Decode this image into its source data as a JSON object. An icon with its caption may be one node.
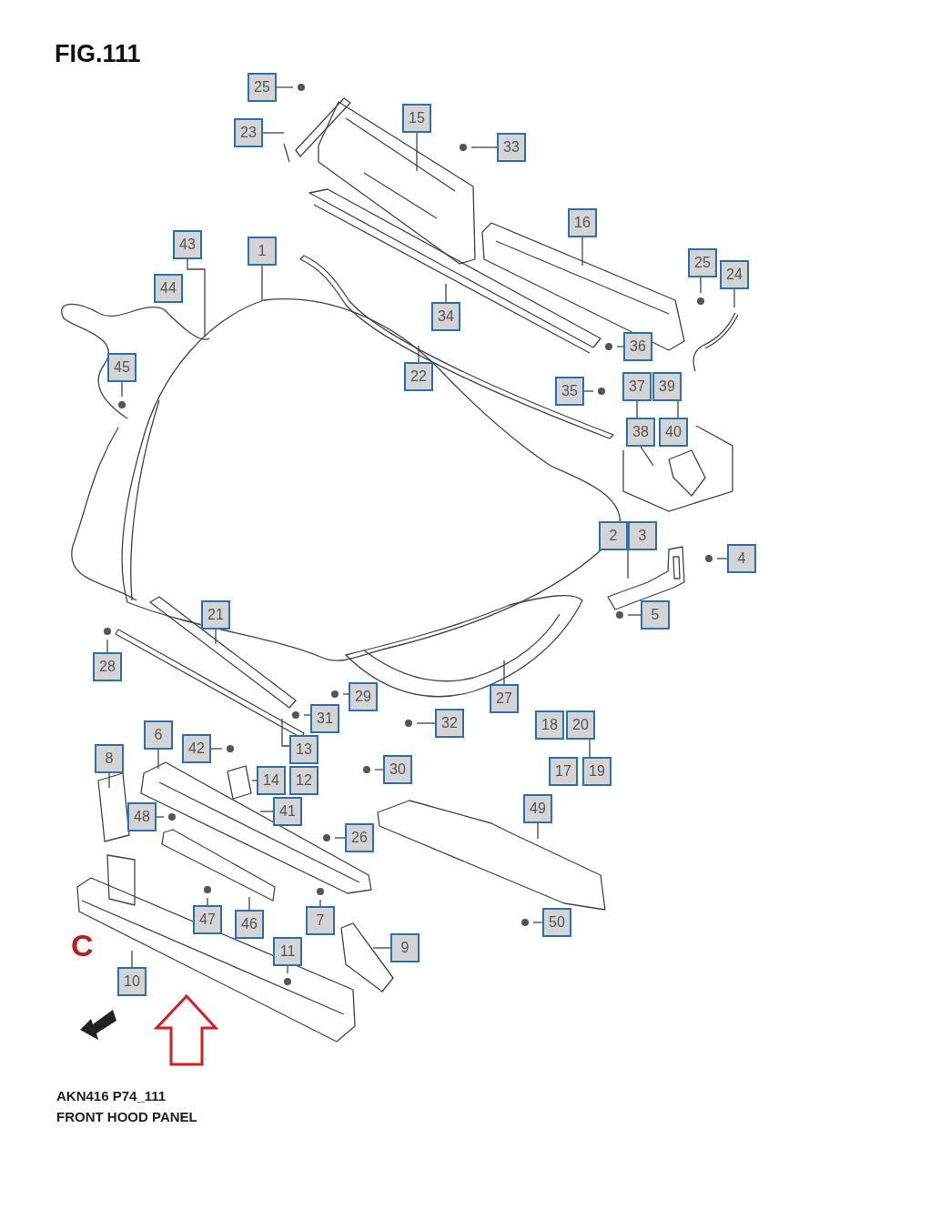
{
  "diagram": {
    "title": "FIG.111",
    "nodes": [
      {
        "text": [
          "25"
        ]
      },
      {
        "text": [
          "23"
        ]
      },
      {
        "text": [
          "15"
        ]
      },
      {
        "text": [
          "33"
        ]
      },
      {
        "text": [
          "16"
        ]
      },
      {
        "text": [
          "43"
        ]
      },
      {
        "text": [
          "1"
        ]
      },
      {
        "text": [
          "25"
        ]
      },
      {
        "text": [
          "24"
        ]
      },
      {
        "text": [
          "44"
        ]
      },
      {
        "text": [
          "34"
        ]
      },
      {
        "text": [
          "36"
        ]
      },
      {
        "text": [
          "45"
        ]
      },
      {
        "text": [
          "22"
        ]
      },
      {
        "text": [
          "35"
        ]
      },
      {
        "text": [
          "37"
        ]
      },
      {
        "text": [
          "39"
        ]
      },
      {
        "text": [
          "38"
        ]
      },
      {
        "text": [
          "40"
        ]
      },
      {
        "text": [
          "2"
        ]
      },
      {
        "text": [
          "3"
        ]
      },
      {
        "text": [
          "4"
        ]
      },
      {
        "text": [
          "5"
        ]
      },
      {
        "text": [
          "21"
        ]
      },
      {
        "text": [
          "28"
        ]
      },
      {
        "text": [
          "27"
        ]
      },
      {
        "text": [
          "29"
        ]
      },
      {
        "text": [
          "31"
        ]
      },
      {
        "text": [
          "32"
        ]
      },
      {
        "text": [
          "18"
        ]
      },
      {
        "text": [
          "20"
        ]
      },
      {
        "text": [
          "6"
        ]
      },
      {
        "text": [
          "42"
        ]
      },
      {
        "text": [
          "13"
        ]
      },
      {
        "text": [
          "8"
        ]
      },
      {
        "text": [
          "14"
        ]
      },
      {
        "text": [
          "12"
        ]
      },
      {
        "text": [
          "30"
        ]
      },
      {
        "text": [
          "17"
        ]
      },
      {
        "text": [
          "19"
        ]
      },
      {
        "text": [
          "41"
        ]
      },
      {
        "text": [
          "49"
        ]
      },
      {
        "text": [
          "48"
        ]
      },
      {
        "text": [
          "26"
        ]
      },
      {
        "text": [
          "47"
        ]
      },
      {
        "text": [
          "46"
        ]
      },
      {
        "text": [
          "50"
        ]
      },
      {
        "text": [
          "7"
        ]
      },
      {
        "text": [
          "11"
        ]
      },
      {
        "text": [
          "9"
        ]
      },
      {
        "text": [
          "10"
        ]
      }
    ],
    "edges": [
      {
        "from": 0,
        "to": null,
        "arrow": "none"
      },
      {
        "from": 1,
        "to": null,
        "arrow": "none"
      },
      {
        "from": 2,
        "to": null,
        "arrow": "none"
      },
      {
        "from": 3,
        "to": null,
        "arrow": "none"
      },
      {
        "from": 4,
        "to": null,
        "arrow": "none"
      },
      {
        "from": 5,
        "to": null,
        "arrow": "none"
      },
      {
        "from": 6,
        "to": null,
        "arrow": "none"
      },
      {
        "from": 7,
        "to": null,
        "arrow": "none"
      },
      {
        "from": 8,
        "to": null,
        "arrow": "none"
      },
      {
        "from": 10,
        "to": null,
        "arrow": "none"
      },
      {
        "from": 11,
        "to": null,
        "arrow": "none"
      },
      {
        "from": 12,
        "to": null,
        "arrow": "none"
      },
      {
        "from": 13,
        "to": null,
        "arrow": "none"
      },
      {
        "from": 14,
        "to": null,
        "arrow": "none"
      },
      {
        "from": 15,
        "to": 17,
        "arrow": "none"
      },
      {
        "from": 16,
        "to": 18,
        "arrow": "none"
      },
      {
        "from": 17,
        "to": null,
        "arrow": "none"
      },
      {
        "from": 20,
        "to": null,
        "arrow": "none"
      },
      {
        "from": 21,
        "to": null,
        "arrow": "none"
      },
      {
        "from": 22,
        "to": null,
        "arrow": "none"
      },
      {
        "from": 23,
        "to": null,
        "arrow": "none"
      },
      {
        "from": 24,
        "to": null,
        "arrow": "none"
      },
      {
        "from": 25,
        "to": null,
        "arrow": "none"
      },
      {
        "from": 26,
        "to": null,
        "arrow": "none"
      },
      {
        "from": 27,
        "to": null,
        "arrow": "none"
      },
      {
        "from": 28,
        "to": null,
        "arrow": "none"
      },
      {
        "from": 31,
        "to": null,
        "arrow": "none"
      },
      {
        "from": 32,
        "to": null,
        "arrow": "none"
      },
      {
        "from": 33,
        "to": null,
        "arrow": "none"
      },
      {
        "from": 34,
        "to": null,
        "arrow": "none"
      },
      {
        "from": 35,
        "to": null,
        "arrow": "none"
      },
      {
        "from": 37,
        "to": null,
        "arrow": "none"
      },
      {
        "from": 39,
        "to": 30,
        "arrow": "none"
      },
      {
        "from": 40,
        "to": null,
        "arrow": "none"
      },
      {
        "from": 41,
        "to": null,
        "arrow": "none"
      },
      {
        "from": 42,
        "to": null,
        "arrow": "none"
      },
      {
        "from": 43,
        "to": null,
        "arrow": "none"
      },
      {
        "from": 44,
        "to": null,
        "arrow": "none"
      },
      {
        "from": 45,
        "to": null,
        "arrow": "none"
      },
      {
        "from": 46,
        "to": null,
        "arrow": "none"
      },
      {
        "from": 47,
        "to": null,
        "arrow": "none"
      },
      {
        "from": 48,
        "to": null,
        "arrow": "none"
      },
      {
        "from": 49,
        "to": null,
        "arrow": "none"
      },
      {
        "from": 50,
        "to": null,
        "arrow": "none"
      }
    ],
    "labels": [
      "C",
      "AKN416 P74_111",
      "FRONT HOOD PANEL"
    ]
  }
}
